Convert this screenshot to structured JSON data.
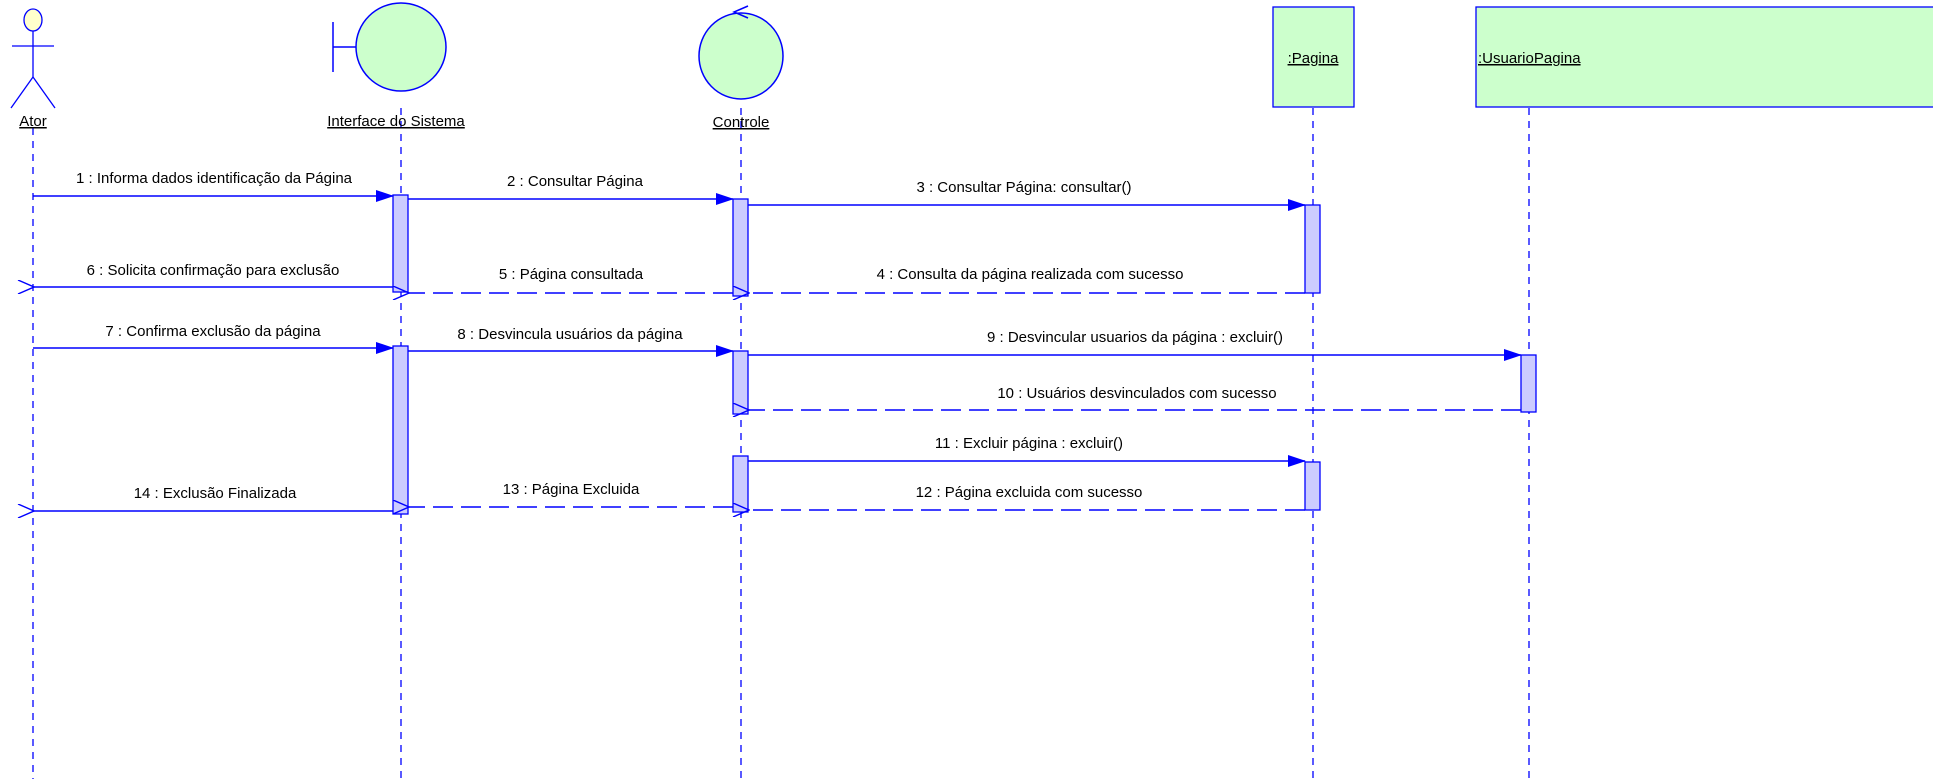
{
  "participants": [
    {
      "id": "ator",
      "label": "Ator",
      "kind": "actor"
    },
    {
      "id": "interface",
      "label": "Interface do Sistema",
      "kind": "boundary"
    },
    {
      "id": "controle",
      "label": "Controle",
      "kind": "control"
    },
    {
      "id": "pagina",
      "label": ":Pagina",
      "kind": "entity-box"
    },
    {
      "id": "usuariopagina",
      "label": ":UsuarioPagina",
      "kind": "entity-box"
    }
  ],
  "messages": [
    {
      "label": "1 : Informa dados identificação da Página",
      "from": "ator",
      "to": "interface",
      "type": "call"
    },
    {
      "label": "2 : Consultar Página",
      "from": "interface",
      "to": "controle",
      "type": "call"
    },
    {
      "label": "3 : Consultar Página: consultar()",
      "from": "controle",
      "to": "pagina",
      "type": "call"
    },
    {
      "label": "4 : Consulta da página realizada com sucesso",
      "from": "pagina",
      "to": "controle",
      "type": "return"
    },
    {
      "label": "5 : Página consultada",
      "from": "controle",
      "to": "interface",
      "type": "return"
    },
    {
      "label": "6 : Solicita confirmação para exclusão",
      "from": "interface",
      "to": "ator",
      "type": "return"
    },
    {
      "label": "7 : Confirma exclusão da página",
      "from": "ator",
      "to": "interface",
      "type": "call"
    },
    {
      "label": "8 : Desvincula usuários da página",
      "from": "interface",
      "to": "controle",
      "type": "call"
    },
    {
      "label": "9 : Desvincular usuarios da página : excluir()",
      "from": "controle",
      "to": "usuariopagina",
      "type": "call"
    },
    {
      "label": "10 : Usuários desvinculados com sucesso",
      "from": "usuariopagina",
      "to": "controle",
      "type": "return"
    },
    {
      "label": "11 : Excluir página : excluir()",
      "from": "controle",
      "to": "pagina",
      "type": "call"
    },
    {
      "label": "12 : Página excluida com sucesso",
      "from": "pagina",
      "to": "controle",
      "type": "return"
    },
    {
      "label": "13 : Página Excluida",
      "from": "controle",
      "to": "interface",
      "type": "return"
    },
    {
      "label": "14 : Exclusão Finalizada",
      "from": "interface",
      "to": "ator",
      "type": "return"
    }
  ],
  "colors": {
    "message_line": "#0000ff",
    "lifeline": "#0000ff",
    "activation_fill": "#ccccff",
    "activation_stroke": "#0000ff",
    "participant_fill": "#ccffcc",
    "participant_stroke": "#0000ff",
    "actor_head_fill": "#ffffcc"
  }
}
